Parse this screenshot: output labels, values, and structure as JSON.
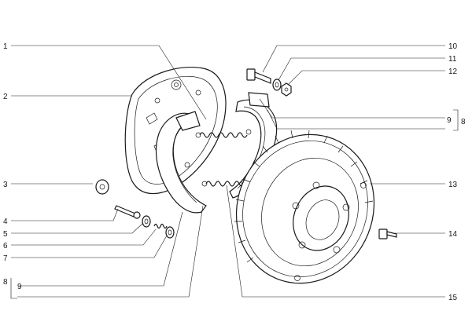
{
  "diagram": {
    "type": "exploded-parts",
    "callouts": [
      {
        "id": "c1",
        "label": "1"
      },
      {
        "id": "c2",
        "label": "2"
      },
      {
        "id": "c3",
        "label": "3"
      },
      {
        "id": "c4",
        "label": "4"
      },
      {
        "id": "c5",
        "label": "5"
      },
      {
        "id": "c6",
        "label": "6"
      },
      {
        "id": "c7",
        "label": "7"
      },
      {
        "id": "c8_left",
        "label": "8"
      },
      {
        "id": "c9_left",
        "label": "9"
      },
      {
        "id": "c10",
        "label": "10"
      },
      {
        "id": "c11",
        "label": "11"
      },
      {
        "id": "c12",
        "label": "12"
      },
      {
        "id": "c9_right",
        "label": "9"
      },
      {
        "id": "c8_right",
        "label": "8"
      },
      {
        "id": "c13",
        "label": "13"
      },
      {
        "id": "c14",
        "label": "14"
      },
      {
        "id": "c15",
        "label": "15"
      }
    ]
  }
}
